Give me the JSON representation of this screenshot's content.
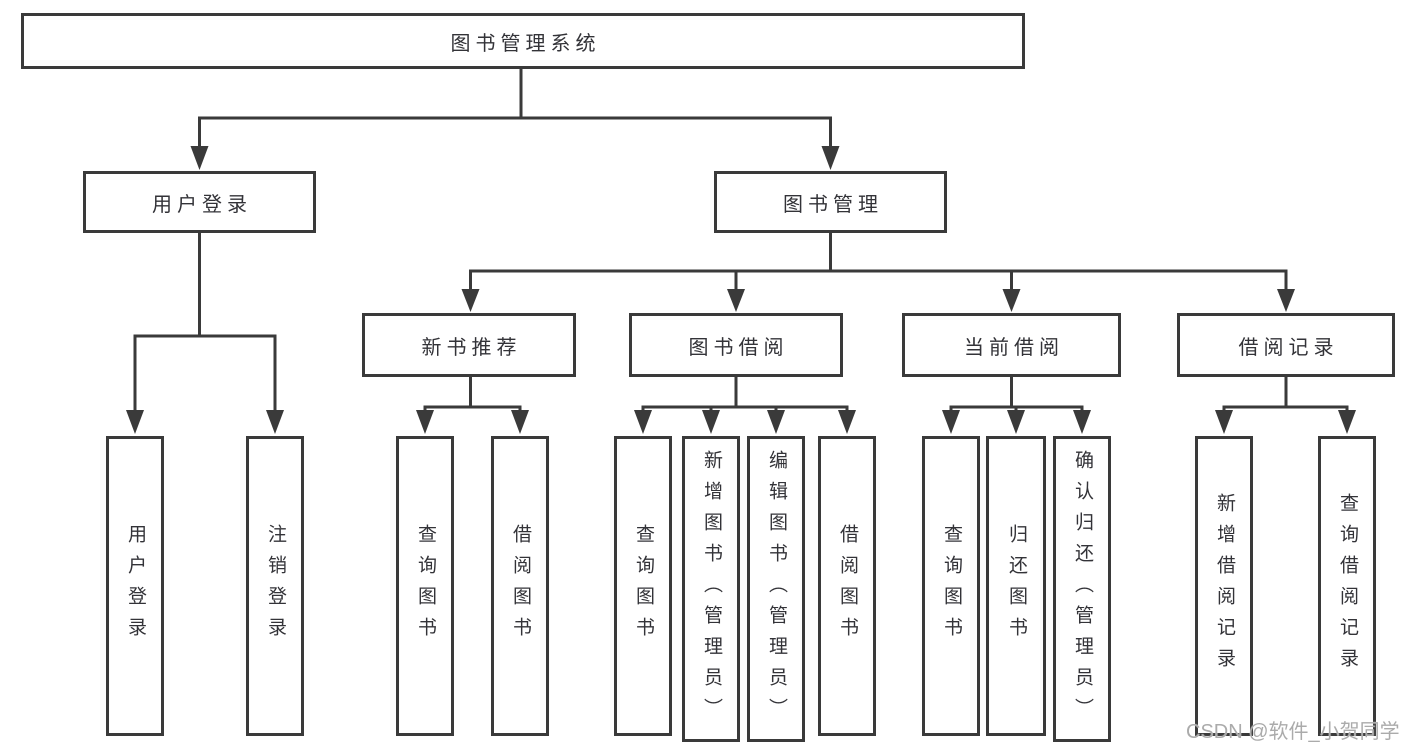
{
  "tree": {
    "root": {
      "label": "图书管理系统"
    },
    "branches": [
      {
        "label": "用户登录",
        "children": [
          {
            "label": "用户登录"
          },
          {
            "label": "注销登录"
          }
        ]
      },
      {
        "label": "图书管理",
        "children": [
          {
            "label": "新书推荐",
            "children": [
              {
                "label": "查询图书"
              },
              {
                "label": "借阅图书"
              }
            ]
          },
          {
            "label": "图书借阅",
            "children": [
              {
                "label": "查询图书"
              },
              {
                "label": "新增图书（管理员）"
              },
              {
                "label": "编辑图书（管理员）"
              },
              {
                "label": "借阅图书"
              }
            ]
          },
          {
            "label": "当前借阅",
            "children": [
              {
                "label": "查询图书"
              },
              {
                "label": "归还图书"
              },
              {
                "label": "确认归还（管理员）"
              }
            ]
          },
          {
            "label": "借阅记录",
            "children": [
              {
                "label": "新增借阅记录"
              },
              {
                "label": "查询借阅记录"
              }
            ]
          }
        ]
      }
    ]
  },
  "watermark": {
    "text": "CSDN @软件_小贺同学"
  },
  "colors": {
    "line": "#3a3a3a",
    "text": "#333338",
    "watermark": "#ababab",
    "background": "#ffffff"
  }
}
